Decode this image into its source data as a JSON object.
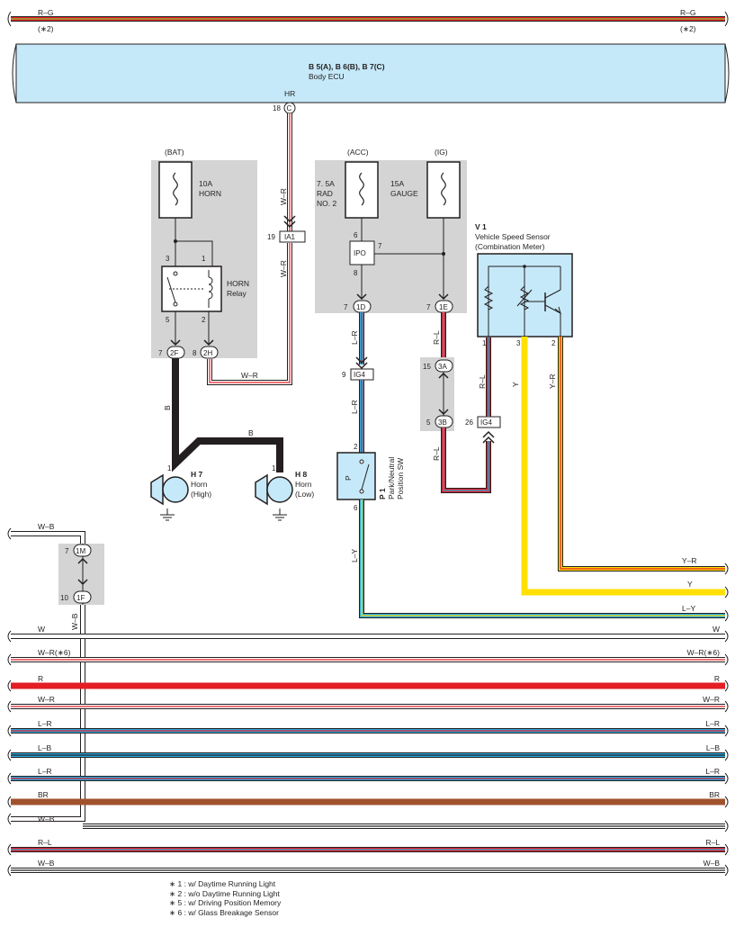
{
  "ecu": {
    "name": "B 5(A), B 6(B), B 7(C)",
    "desc": "Body ECU",
    "terminal_label": "HR",
    "pin": "18",
    "connector": "C"
  },
  "top_wire": {
    "color": "R–G",
    "note": "(∗2)"
  },
  "horn_box": {
    "supply": "(BAT)",
    "fuse_amp": "10A",
    "fuse_name": "HORN",
    "relay_name": "HORN",
    "relay_word": "Relay",
    "pin3": "3",
    "pin1": "1",
    "pin5": "5",
    "pin2": "2",
    "conn_2F": "2F",
    "conn_2H": "2H",
    "pin7": "7",
    "pin8": "8"
  },
  "wire_labels": {
    "wr": "W–R",
    "b": "B",
    "lr": "L–R",
    "rl": "R–L",
    "ly": "L–Y",
    "y": "Y",
    "yr": "Y–R",
    "wb": "W–B"
  },
  "ia1": {
    "pin": "19",
    "name": "IA1"
  },
  "meter_box": {
    "supply_acc": "(ACC)",
    "supply_ig": "(IG)",
    "fuse1_amp": "7. 5A",
    "fuse1_name": "RAD",
    "fuse1_name2": "NO. 2",
    "fuse2_amp": "15A",
    "fuse2_name": "GAUGE",
    "ipo": "IPO",
    "pin6": "6",
    "pin7": "7",
    "pin8": "8",
    "conn_1D": "1D",
    "conn_1E": "1E",
    "pin1D": "7",
    "pin1E": "7"
  },
  "ig4_a": {
    "pin": "9",
    "name": "IG4"
  },
  "ig4_b": {
    "pin": "26",
    "name": "IG4"
  },
  "junction": {
    "conn_3A": "3A",
    "conn_3B": "3B",
    "pin3A": "15",
    "pin3B": "5"
  },
  "pnp": {
    "code": "P 1",
    "name1": "Park/Neutral",
    "name2": "Position SW",
    "contact": "P",
    "pin2": "2",
    "pin6": "6"
  },
  "vss": {
    "code": "V 1",
    "name": "Vehicle Speed Sensor",
    "sub": "(Combination Meter)",
    "pin1": "1",
    "pin2": "2",
    "pin3": "3"
  },
  "horns": [
    {
      "code": "H 7",
      "name": "Horn",
      "sub": "(High)",
      "pin": "1"
    },
    {
      "code": "H 8",
      "name": "Horn",
      "sub": "(Low)",
      "pin": "1"
    }
  ],
  "left_junction": {
    "conn_1M": "1M",
    "conn_1F": "1F",
    "pin1M": "7",
    "pin1F": "10"
  },
  "right_outputs": [
    {
      "label": "Y–R"
    },
    {
      "label": "Y"
    },
    {
      "label": "L–Y"
    }
  ],
  "bus": [
    {
      "left": "W",
      "right": "W",
      "c1": "#ffffff",
      "c2": "#ffffff"
    },
    {
      "left": "W–R(∗6)",
      "right": "W–R(∗6)",
      "c1": "#ffffff",
      "c2": "#e31e24"
    },
    {
      "left": "R",
      "right": "R",
      "c1": "#e31e24",
      "c2": "#e31e24"
    },
    {
      "left": "W–R",
      "right": "W–R",
      "c1": "#ffffff",
      "c2": "#e31e24"
    },
    {
      "left": "L–R",
      "right": "L–R",
      "c1": "#29abe2",
      "c2": "#e31e24"
    },
    {
      "left": "L–B",
      "right": "L–B",
      "c1": "#29abe2",
      "c2": "#231f20"
    },
    {
      "left": "L–R",
      "right": "L–R",
      "c1": "#29abe2",
      "c2": "#e31e24"
    },
    {
      "left": "BR",
      "right": "BR",
      "c1": "#a0522d",
      "c2": "#a0522d"
    },
    {
      "left": "W–B",
      "right": "",
      "c1": "#ffffff",
      "c2": "#231f20"
    },
    {
      "left": "R–L",
      "right": "R–L",
      "c1": "#e31e24",
      "c2": "#29abe2"
    },
    {
      "left": "W–B",
      "right": "W–B",
      "c1": "#ffffff",
      "c2": "#231f20"
    }
  ],
  "notes": [
    "∗ 1 : w/ Daytime Running Light",
    "∗ 2 : w/o Daytime Running Light",
    "∗ 5 : w/ Driving Position Memory",
    "∗ 6 : w/ Glass Breakage Sensor"
  ],
  "colors": {
    "ecu_fill": "#c6e9f9",
    "box_fill": "#d4d4d4",
    "comp_fill": "#c6e9f9",
    "red": "#e31e24",
    "blue": "#29abe2",
    "yellow": "#ffe000",
    "green": "#8cc63f",
    "brown": "#a0522d",
    "black": "#231f20"
  }
}
